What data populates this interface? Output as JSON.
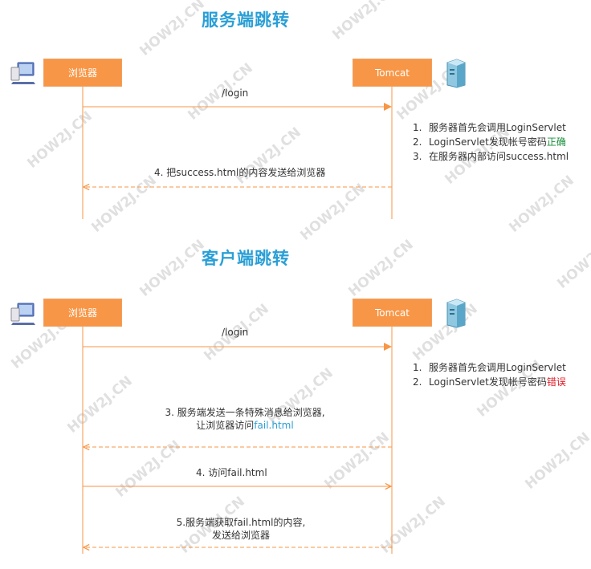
{
  "diagram1": {
    "title": "服务端跳转",
    "browser_label": "浏览器",
    "server_label": "Tomcat",
    "request_label": "/login",
    "notes": [
      {
        "num": "1.",
        "text": "服务器首先会调用LoginServlet",
        "highlight": ""
      },
      {
        "num": "2.",
        "text": "LoginServlet发现帐号密码",
        "highlight": "正确"
      },
      {
        "num": "3.",
        "text": "在服务器内部访问success.html",
        "highlight": ""
      }
    ],
    "response_label": "4. 把success.html的内容发送给浏览器"
  },
  "diagram2": {
    "title": "客户端跳转",
    "browser_label": "浏览器",
    "server_label": "Tomcat",
    "request_label": "/login",
    "notes": [
      {
        "num": "1.",
        "text": "服务器首先会调用LoginServlet",
        "highlight": ""
      },
      {
        "num": "2.",
        "text": "LoginServlet发现帐号密码",
        "highlight": "错误"
      }
    ],
    "step3_line1": "3. 服务端发送一条特殊消息给浏览器,",
    "step3_line2_prefix": "让浏览器访问",
    "step3_line2_link": "fail.html",
    "step4_label": "4. 访问fail.html",
    "step5_line1": "5.服务端获取fail.html的内容,",
    "step5_line2": "发送给浏览器"
  },
  "watermark": "HOW2J.CN",
  "colors": {
    "box_fill": "#f79646",
    "line": "#f79646",
    "title": "#2a9fd6",
    "ok": "#1a8f3a",
    "error": "#e0202a",
    "link": "#2a9fd6",
    "watermark": "#c8c8c8"
  }
}
